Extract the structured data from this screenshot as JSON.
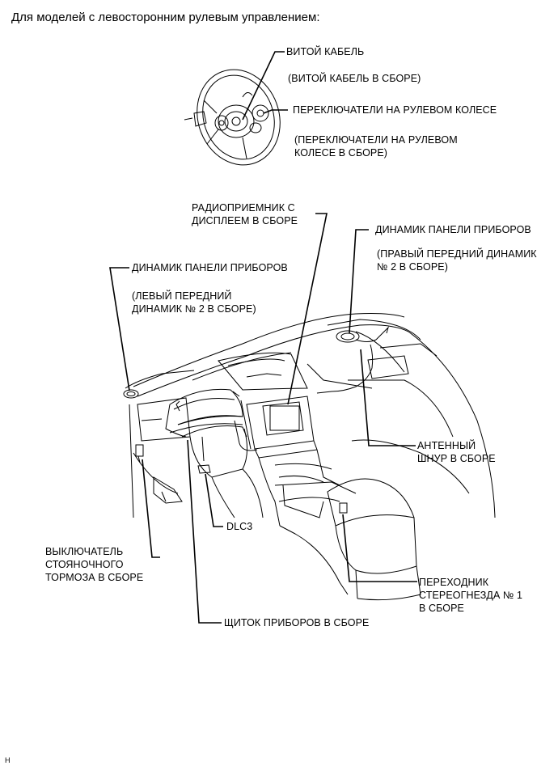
{
  "title": "Для моделей с левосторонним рулевым управлением:",
  "labels": {
    "spiral_cable": "ВИТОЙ КАБЕЛЬ",
    "spiral_cable_sub": "(ВИТОЙ КАБЕЛЬ В СБОРЕ)",
    "steering_switches": "ПЕРЕКЛЮЧАТЕЛИ НА РУЛЕВОМ КОЛЕСЕ",
    "steering_switches_sub_1": "(ПЕРЕКЛЮЧАТЕЛИ НА РУЛЕВОМ",
    "steering_switches_sub_2": "КОЛЕСЕ В СБОРЕ)",
    "radio_1": "РАДИОПРИЕМНИК С",
    "radio_2": "ДИСПЛЕЕМ В СБОРЕ",
    "right_speaker": "ДИНАМИК ПАНЕЛИ ПРИБОРОВ",
    "right_speaker_sub_1": "(ПРАВЫЙ ПЕРЕДНИЙ ДИНАМИК",
    "right_speaker_sub_2": "№ 2 В СБОРЕ)",
    "left_speaker": "ДИНАМИК ПАНЕЛИ ПРИБОРОВ",
    "left_speaker_sub_1": "(ЛЕВЫЙ ПЕРЕДНИЙ",
    "left_speaker_sub_2": "ДИНАМИК № 2 В СБОРЕ)",
    "antenna_1": "АНТЕННЫЙ",
    "antenna_2": "ШНУР В СБОРЕ",
    "dlc3": "DLC3",
    "parking_brake_1": "ВЫКЛЮЧАТЕЛЬ",
    "parking_brake_2": "СТОЯНОЧНОГО",
    "parking_brake_3": "ТОРМОЗА В СБОРЕ",
    "stereo_jack_1": "ПЕРЕХОДНИК",
    "stereo_jack_2": "СТЕРЕОГНЕЗДА № 1",
    "stereo_jack_3": "В СБОРЕ",
    "meter": "ЩИТОК ПРИБОРОВ В СБОРЕ"
  },
  "footer": "H"
}
